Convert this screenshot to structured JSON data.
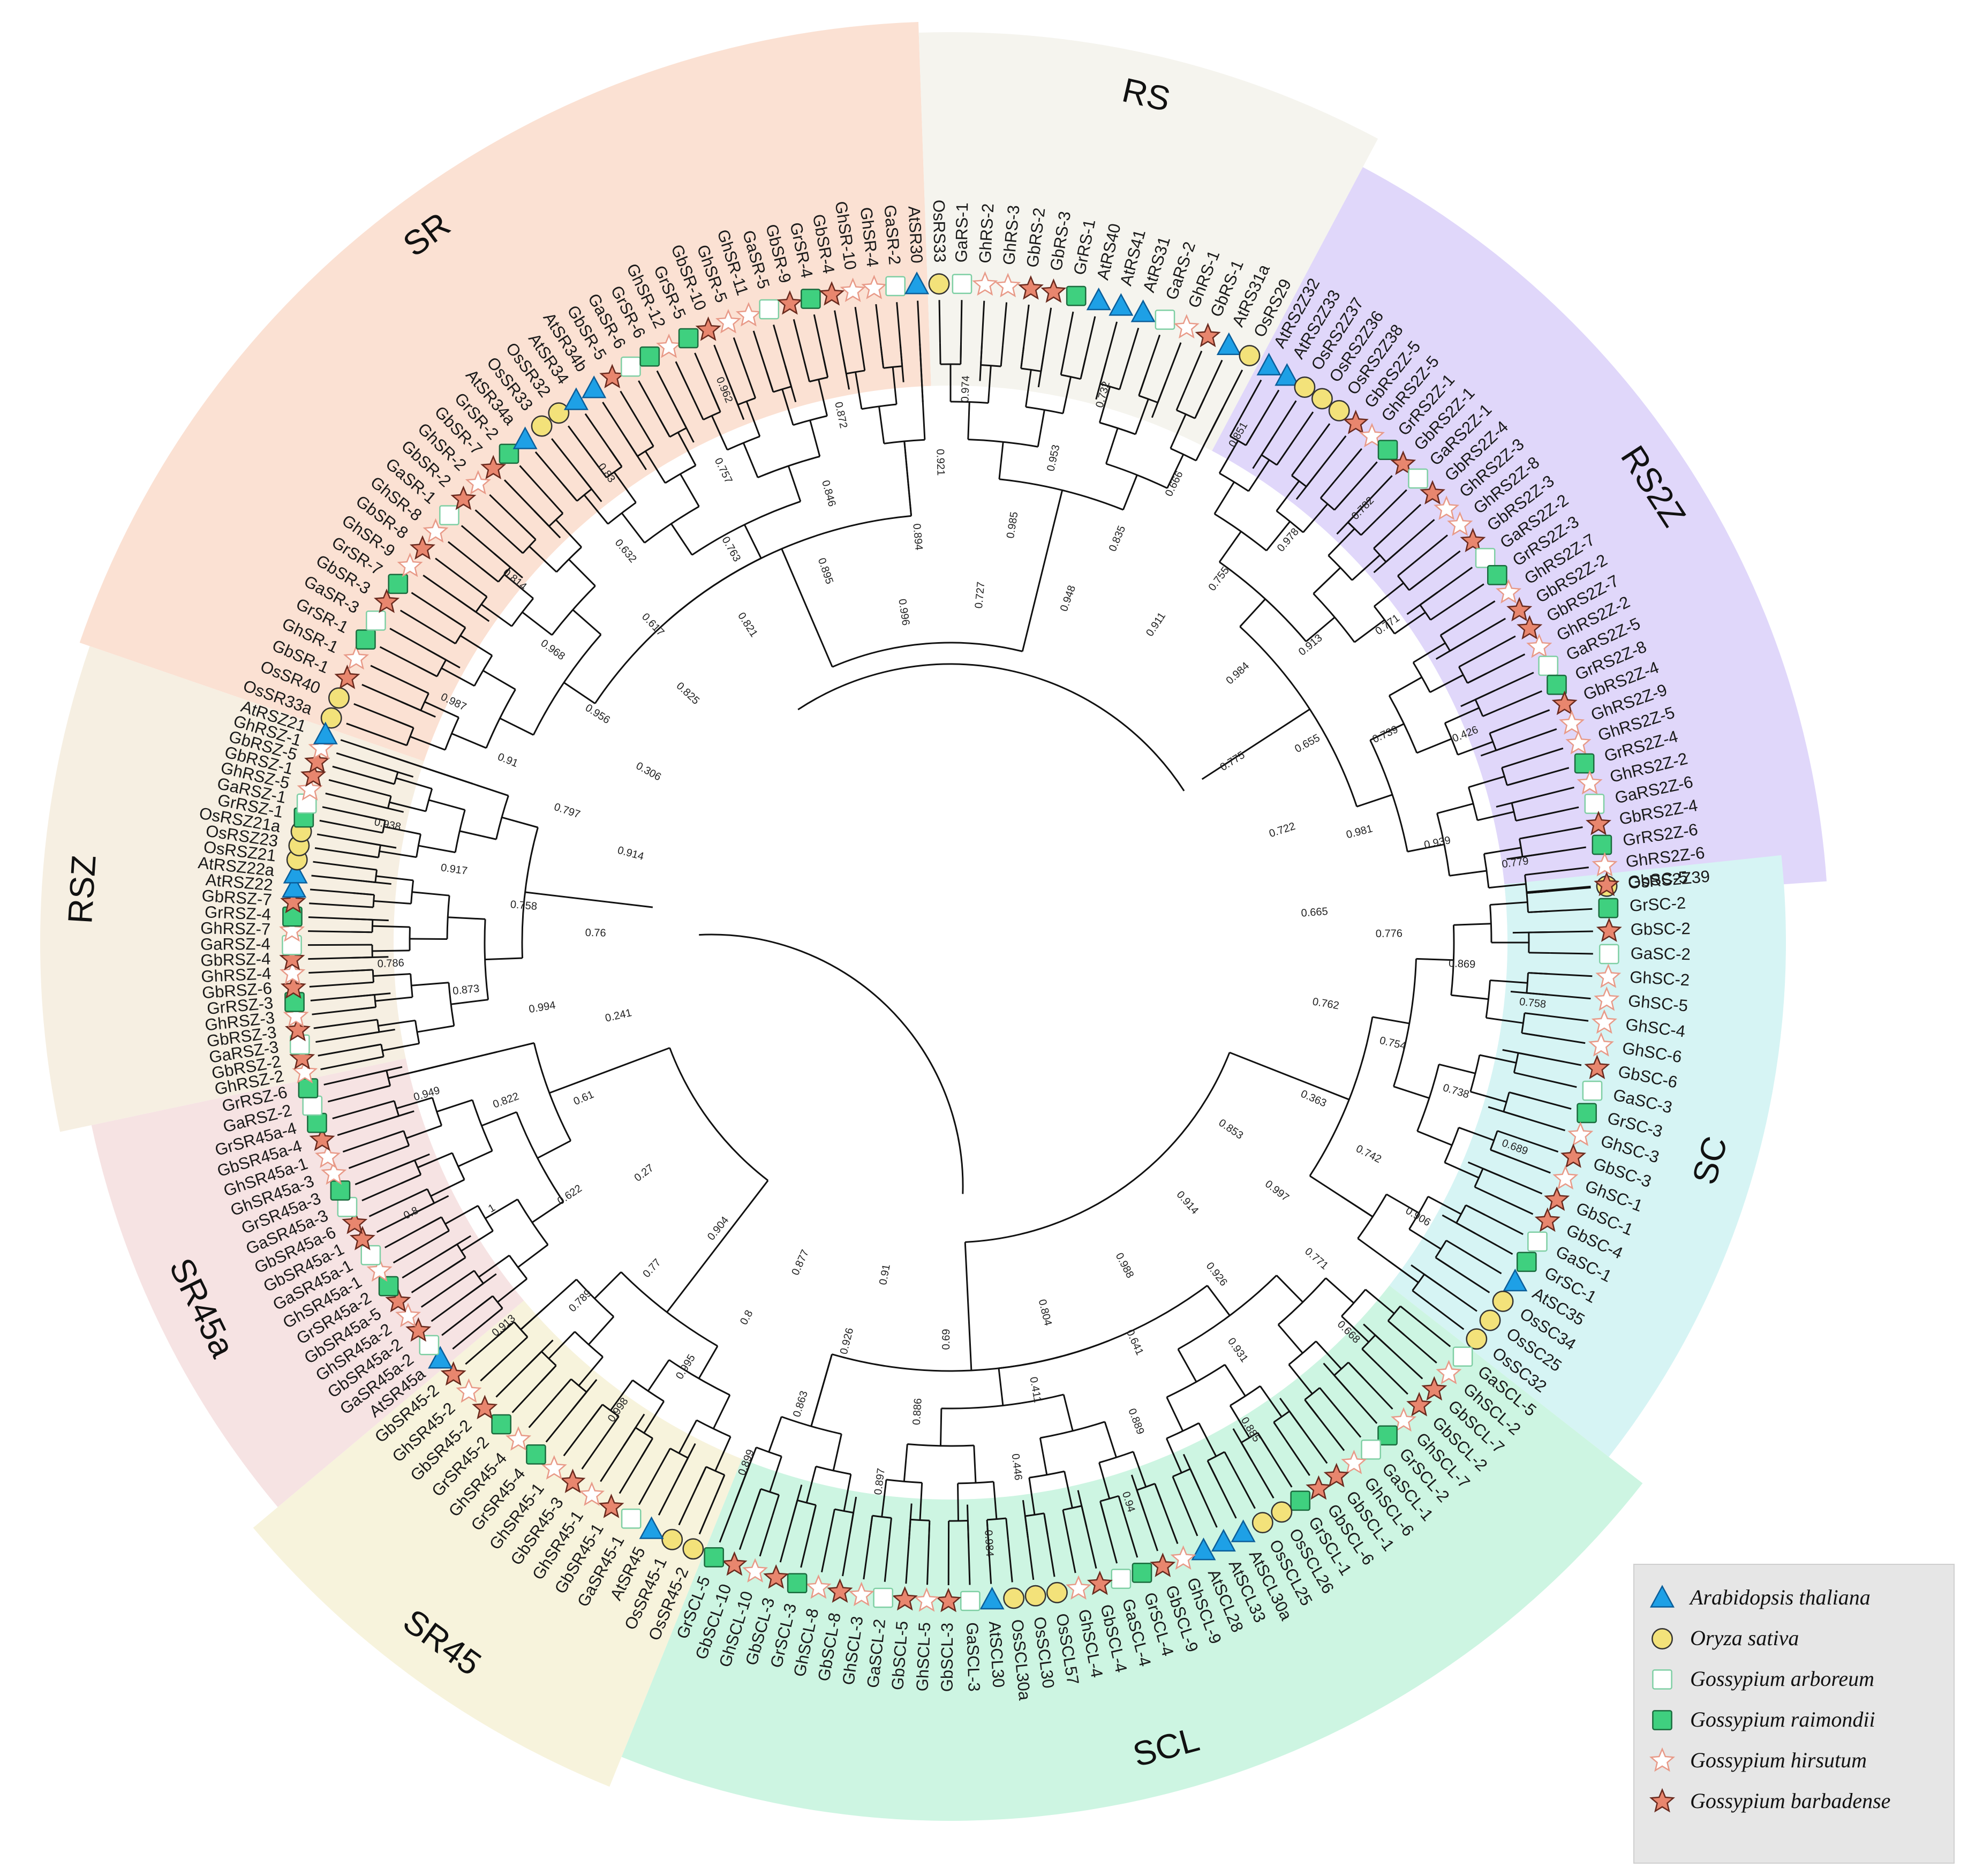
{
  "species_legend": [
    {
      "symbol": "triangle",
      "name": "Arabidopsis thaliana",
      "fill": "#1ea0e6",
      "stroke": "#0b5e9a"
    },
    {
      "symbol": "circle",
      "name": "Oryza sativa",
      "fill": "#f3e27a",
      "stroke": "#333333"
    },
    {
      "symbol": "square",
      "name": "Gossypium arboreum",
      "fill": "#ffffff",
      "stroke": "#7fcfa4"
    },
    {
      "symbol": "square",
      "name": "Gossypium raimondii",
      "fill": "#3fd07f",
      "stroke": "#1b6b3e"
    },
    {
      "symbol": "star",
      "name": "Gossypium hirsutum",
      "fill": "#ffffff",
      "stroke": "#e89a88"
    },
    {
      "symbol": "star",
      "name": "Gossypium barbadense",
      "fill": "#e8866e",
      "stroke": "#6a2a1e"
    }
  ],
  "clades": [
    {
      "name": "SR",
      "color": "#fbe1d3",
      "leaves": [
        "OsSR33a",
        "OsSR40",
        "GbSR-1",
        "GhSR-1",
        "GrSR-1",
        "GaSR-3",
        "GbSR-3",
        "GrSR-7",
        "GhSR-9",
        "GbSR-8",
        "GhSR-8",
        "GaSR-1",
        "GbSR-2",
        "GhSR-2",
        "GbSR-7",
        "GrSR-2",
        "AtSR34a",
        "OsSR33",
        "OsSR32",
        "AtSR34",
        "AtSR34b",
        "GbSR-5",
        "GaSR-6",
        "GrSR-6",
        "GhSR-12",
        "GrSR-5",
        "GbSR-10",
        "GhSR-5",
        "GhSR-11",
        "GaSR-5",
        "GbSR-9",
        "GrSR-4",
        "GbSR-4",
        "GhSR-10",
        "GhSR-4",
        "GaSR-2",
        "AtSR30"
      ]
    },
    {
      "name": "RS",
      "color": "#f5f4ee",
      "leaves": [
        "OsRS33",
        "GaRS-1",
        "GhRS-2",
        "GhRS-3",
        "GbRS-2",
        "GbRS-3",
        "GrRS-1",
        "AtRS40",
        "AtRS41",
        "AtRS31",
        "GaRS-2",
        "GhRS-1",
        "GbRS-1",
        "AtRS31a",
        "OsRS29"
      ]
    },
    {
      "name": "RS2Z",
      "color": "#e0d7fa",
      "leaves": [
        "AtRS2Z32",
        "AtRS2Z33",
        "OsRS2Z37",
        "OsRS2Z36",
        "OsRS2Z38",
        "GbRS2Z-5",
        "GhRS2Z-5",
        "GrRS2Z-1",
        "GbRS2Z-1",
        "GaRS2Z-1",
        "GbRS2Z-4",
        "GhRS2Z-3",
        "GhRS2Z-8",
        "GbRS2Z-3",
        "GaRS2Z-2",
        "GrRS2Z-3",
        "GhRS2Z-7",
        "GbRS2Z-2",
        "GbRS2Z-7",
        "GhRS2Z-2",
        "GaRS2Z-5",
        "GrRS2Z-8",
        "GbRS2Z-4",
        "GhRS2Z-9",
        "GhRS2Z-5",
        "GrRS2Z-4",
        "GhRS2Z-2",
        "GaRS2Z-6",
        "GbRS2Z-4",
        "GrRS2Z-6",
        "GhRS2Z-6",
        "OsRS2Z39"
      ]
    },
    {
      "name": "SC",
      "color": "#d6f4f4",
      "leaves": [
        "GbSC-5",
        "GrSC-2",
        "GbSC-2",
        "GaSC-2",
        "GhSC-2",
        "GhSC-5",
        "GhSC-4",
        "GhSC-6",
        "GbSC-6",
        "GaSC-3",
        "GrSC-3",
        "GhSC-3",
        "GbSC-3",
        "GhSC-1",
        "GbSC-1",
        "GbSC-4",
        "GaSC-1",
        "GrSC-1",
        "AtSC35",
        "OsSC34",
        "OsSC25",
        "OsSC32"
      ]
    },
    {
      "name": "SCL",
      "color": "#cdf5e2",
      "leaves": [
        "GaSCL-5",
        "GhSCL-2",
        "GbSCL-7",
        "GbSCL-2",
        "GhSCL-7",
        "GrSCL-2",
        "GaSCL-1",
        "GhSCL-6",
        "GbSCL-1",
        "GbSCL-6",
        "GrSCL-1",
        "OsSCL26",
        "OsSCL25",
        "AtSCL30a",
        "AtSCL33",
        "AtSCL28",
        "GhSCL-9",
        "GbSCL-9",
        "GrSCL-4",
        "GaSCL-4",
        "GbSCL-4",
        "GhSCL-4",
        "OsSCL57",
        "OsSCL30",
        "OsSCL30a",
        "AtSCL30",
        "GaSCL-3",
        "GbSCL-3",
        "GhSCL-5",
        "GbSCL-5",
        "GaSCL-2",
        "GhSCL-3",
        "GbSCL-8",
        "GhSCL-8",
        "GrSCL-3",
        "GbSCL-3",
        "GhSCL-10",
        "GbSCL-10",
        "GrSCL-5"
      ]
    },
    {
      "name": "SR45",
      "color": "#f7f3dc",
      "leaves": [
        "OsSR45-2",
        "OsSR45-1",
        "AtSR45",
        "GaSR45-1",
        "GbSR45-1",
        "GhSR45-1",
        "GbSR45-3",
        "GhSR45-1",
        "GrSR45-4",
        "GhSR45-4",
        "GrSR45-2",
        "GbSR45-2",
        "GhSR45-2",
        "GbSR45-2"
      ]
    },
    {
      "name": "SR45a",
      "color": "#f6e3e3",
      "leaves": [
        "AtSR45a",
        "GaSR45a-2",
        "GbSR45a-2",
        "GhSR45a-2",
        "GbSR45a-5",
        "GrSR45a-2",
        "GhSR45a-1",
        "GaSR45a-1",
        "GbSR45a-1",
        "GbSR45a-6",
        "GaSR45a-3",
        "GrSR45a-3",
        "GhSR45a-3",
        "GhSR45a-1",
        "GbSR45a-4",
        "GrSR45a-4",
        "GaRSZ-2",
        "GrRSZ-6"
      ]
    },
    {
      "name": "RSZ",
      "color": "#f6efe2",
      "leaves": [
        "GhRSZ-2",
        "GbRSZ-2",
        "GaRSZ-3",
        "GbRSZ-3",
        "GhRSZ-3",
        "GrRSZ-3",
        "GbRSZ-6",
        "GhRSZ-4",
        "GbRSZ-4",
        "GaRSZ-4",
        "GhRSZ-7",
        "GrRSZ-4",
        "GbRSZ-7",
        "AtRSZ22",
        "AtRSZ22a",
        "OsRSZ21",
        "OsRSZ23",
        "OsRSZ21a",
        "GrRSZ-1",
        "GaRSZ-1",
        "GhRSZ-5",
        "GbRSZ-1",
        "GbRSZ-5",
        "GhRSZ-1",
        "AtRSZ21"
      ]
    }
  ],
  "bootstrap_values": [
    "0.914",
    "0.797",
    "0.91",
    "0.987",
    "0.306",
    "0.956",
    "0.968",
    "0.814",
    "0.825",
    "0.617",
    "0.632",
    "0.83",
    "0.821",
    "0.763",
    "0.757",
    "0.962",
    "0.895",
    "0.846",
    "0.872",
    "0.996",
    "0.894",
    "0.921",
    "0.974",
    "0.727",
    "0.985",
    "0.953",
    "0.732",
    "0.948",
    "0.835",
    "0.666",
    "0.851",
    "0.911",
    "0.755",
    "0.978",
    "0.782",
    "0.984",
    "0.913",
    "0.771",
    "0.775",
    "0.655",
    "0.739",
    "0.426",
    "0.722",
    "0.981",
    "0.939",
    "0.779",
    "0.665",
    "0.776",
    "0.869",
    "0.758",
    "0.762",
    "0.754",
    "0.738",
    "0.689",
    "0.363",
    "0.742",
    "0.906",
    "0.853",
    "0.997",
    "0.771",
    "0.668",
    "0.914",
    "0.926",
    "0.931",
    "0.885",
    "0.988",
    "0.641",
    "0.889",
    "0.94",
    "0.804",
    "0.411",
    "0.446",
    "0.984",
    "0.69",
    "0.886",
    "0.897",
    "0.91",
    "0.926",
    "0.863",
    "0.899",
    "0.877",
    "0.8",
    "0.995",
    "0.998",
    "0.904",
    "0.77",
    "0.789",
    "0.913",
    "0.27",
    "0.622",
    "1",
    "0.8",
    "0.61",
    "0.822",
    "0.949",
    "0.241",
    "0.994",
    "0.873",
    "0.786",
    "0.76",
    "0.758",
    "0.917",
    "0.938"
  ]
}
